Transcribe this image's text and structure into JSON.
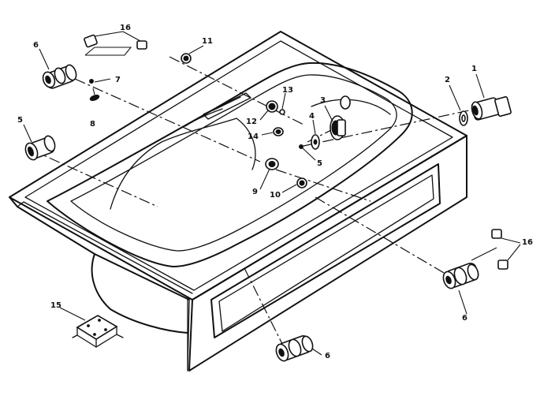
{
  "labels": {
    "l1": "1",
    "l2": "2",
    "l3": "3",
    "l4": "4",
    "l5a": "5",
    "l5b": "5",
    "l6a": "6",
    "l6b": "6",
    "l6c": "6",
    "l7": "7",
    "l8": "8",
    "l9": "9",
    "l10": "10",
    "l11": "11",
    "l12": "12",
    "l13": "13",
    "l14": "14",
    "l15": "15",
    "l16a": "16",
    "l16b": "16"
  }
}
